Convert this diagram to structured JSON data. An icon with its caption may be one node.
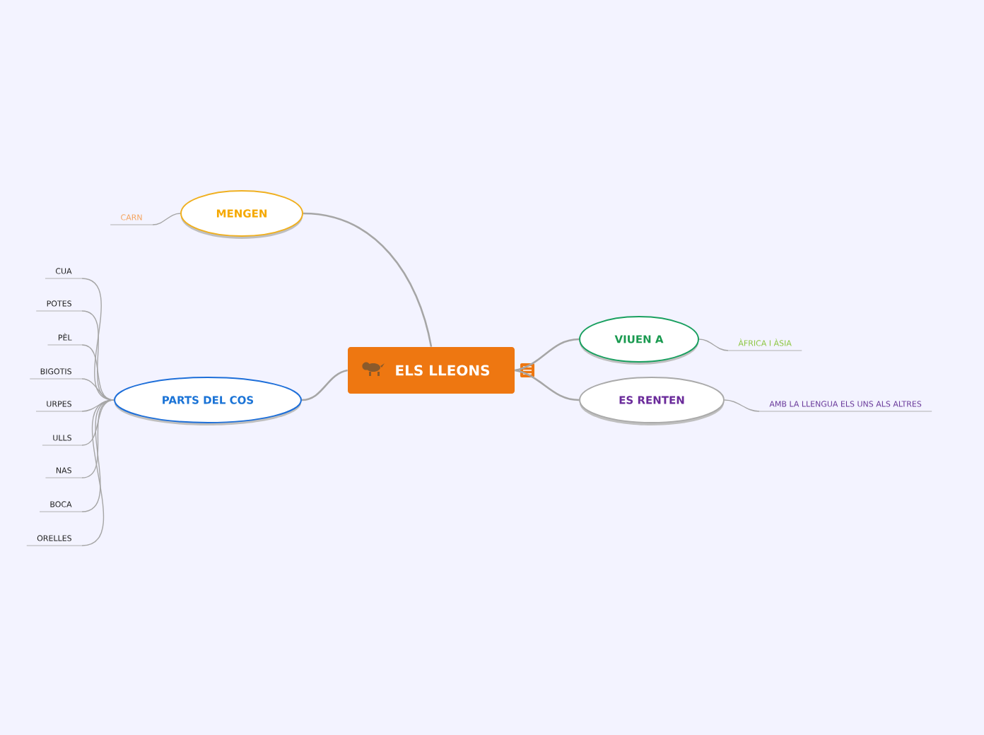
{
  "diagram": {
    "nodes": [
      {
        "text": [
          "ELS LLEONS"
        ]
      },
      {
        "text": [
          "MENGEN"
        ]
      },
      {
        "text": [
          "CARN"
        ]
      },
      {
        "text": [
          "PARTS DEL COS"
        ]
      },
      {
        "text": [
          "CUA"
        ]
      },
      {
        "text": [
          "POTES"
        ]
      },
      {
        "text": [
          "PÈL"
        ]
      },
      {
        "text": [
          "BIGOTIS"
        ]
      },
      {
        "text": [
          "URPES"
        ]
      },
      {
        "text": [
          "ULLS"
        ]
      },
      {
        "text": [
          "NAS"
        ]
      },
      {
        "text": [
          "BOCA"
        ]
      },
      {
        "text": [
          "ORELLES"
        ]
      },
      {
        "text": [
          "VIUEN A"
        ]
      },
      {
        "text": [
          "ÀFRICA I ÀSIA"
        ]
      },
      {
        "text": [
          "ES RENTEN"
        ]
      },
      {
        "text": [
          "AMB LA LLENGUA ELS UNS ALS ALTRES"
        ]
      }
    ],
    "edges": [
      {
        "from": 0,
        "to": 1,
        "arrow": "none"
      },
      {
        "from": 1,
        "to": 2,
        "arrow": "none"
      },
      {
        "from": 0,
        "to": 3,
        "arrow": "none"
      },
      {
        "from": 3,
        "to": 4,
        "arrow": "none"
      },
      {
        "from": 3,
        "to": 5,
        "arrow": "none"
      },
      {
        "from": 3,
        "to": 6,
        "arrow": "none"
      },
      {
        "from": 3,
        "to": 7,
        "arrow": "none"
      },
      {
        "from": 3,
        "to": 8,
        "arrow": "none"
      },
      {
        "from": 3,
        "to": 9,
        "arrow": "none"
      },
      {
        "from": 3,
        "to": 10,
        "arrow": "none"
      },
      {
        "from": 3,
        "to": 11,
        "arrow": "none"
      },
      {
        "from": 3,
        "to": 12,
        "arrow": "none"
      },
      {
        "from": 0,
        "to": 13,
        "arrow": "none"
      },
      {
        "from": 13,
        "to": 14,
        "arrow": "none"
      },
      {
        "from": 0,
        "to": 15,
        "arrow": "none"
      },
      {
        "from": 15,
        "to": 16,
        "arrow": "none"
      }
    ]
  }
}
